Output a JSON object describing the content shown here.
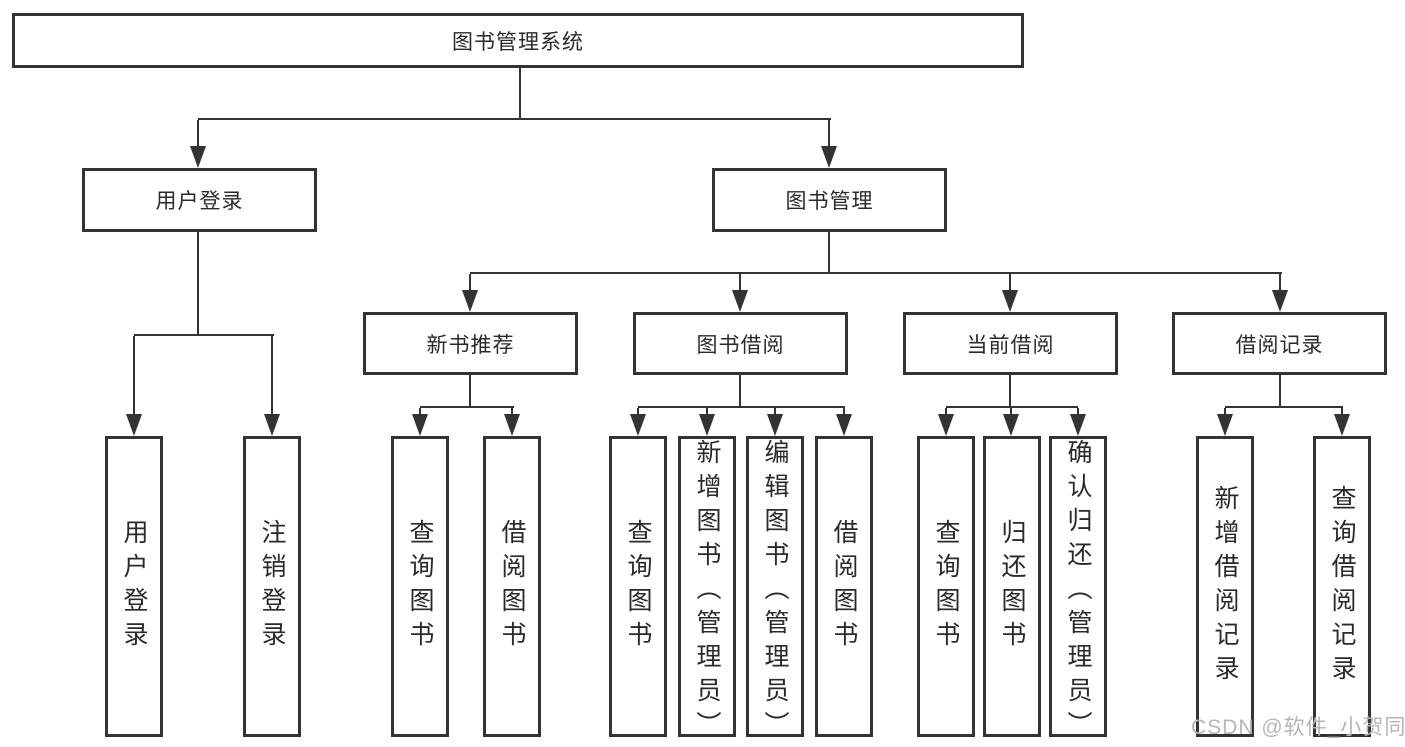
{
  "nodes": {
    "root": "图书管理系统",
    "level2": [
      "用户登录",
      "图书管理"
    ],
    "level3": [
      "新书推荐",
      "图书借阅",
      "当前借阅",
      "借阅记录"
    ],
    "leaves": {
      "user": [
        "用户登录",
        "注销登录"
      ],
      "recommend": [
        "查询图书",
        "借阅图书"
      ],
      "borrow": [
        "查询图书",
        "新增图书（管理员）",
        "编辑图书（管理员）",
        "借阅图书"
      ],
      "current": [
        "查询图书",
        "归还图书",
        "确认归还（管理员）"
      ],
      "records": [
        "新增借阅记录",
        "查询借阅记录"
      ]
    }
  },
  "watermark": {
    "text": "CSDN @软件_小贺同学"
  },
  "colors": {
    "line": "#333333",
    "background": "#ffffff",
    "text": "#2a2a2a",
    "watermark": "#b4b5bf"
  }
}
